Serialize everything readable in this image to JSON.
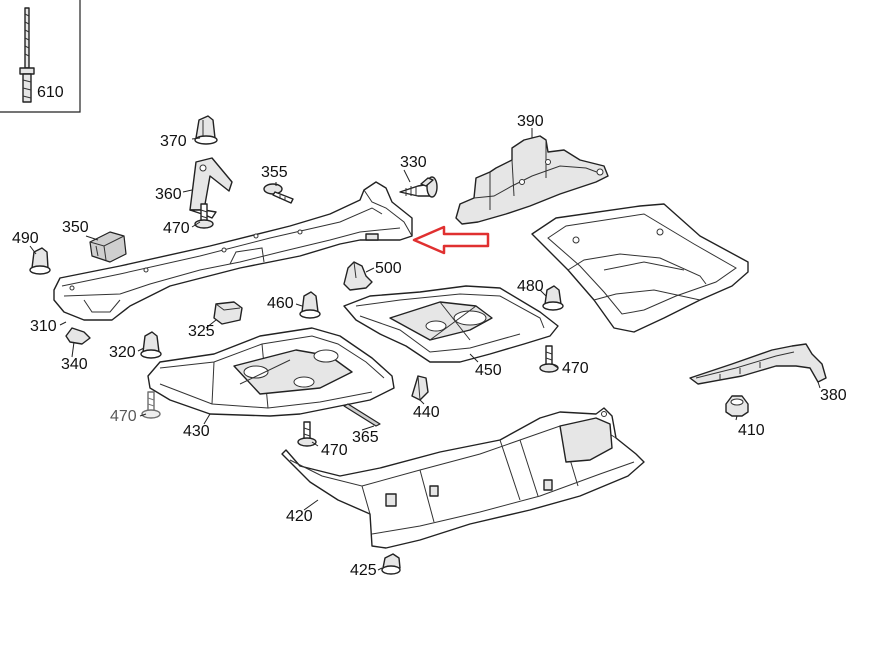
{
  "diagram": {
    "labels": [
      {
        "id": "610",
        "text": "610"
      },
      {
        "id": "370",
        "text": "370"
      },
      {
        "id": "355",
        "text": "355"
      },
      {
        "id": "330",
        "text": "330"
      },
      {
        "id": "390",
        "text": "390"
      },
      {
        "id": "360",
        "text": "360"
      },
      {
        "id": "470a",
        "text": "470"
      },
      {
        "id": "350",
        "text": "350"
      },
      {
        "id": "490",
        "text": "490"
      },
      {
        "id": "500",
        "text": "500"
      },
      {
        "id": "480",
        "text": "480"
      },
      {
        "id": "460",
        "text": "460"
      },
      {
        "id": "310",
        "text": "310"
      },
      {
        "id": "325",
        "text": "325"
      },
      {
        "id": "340",
        "text": "340"
      },
      {
        "id": "320",
        "text": "320"
      },
      {
        "id": "450",
        "text": "450"
      },
      {
        "id": "470b",
        "text": "470"
      },
      {
        "id": "380",
        "text": "380"
      },
      {
        "id": "470c",
        "text": "470"
      },
      {
        "id": "440",
        "text": "440"
      },
      {
        "id": "410",
        "text": "410"
      },
      {
        "id": "430",
        "text": "430"
      },
      {
        "id": "365",
        "text": "365"
      },
      {
        "id": "470d",
        "text": "470"
      },
      {
        "id": "420",
        "text": "420"
      },
      {
        "id": "425",
        "text": "425"
      }
    ],
    "highlight_color": "#e03030",
    "line_color": "#222222"
  }
}
